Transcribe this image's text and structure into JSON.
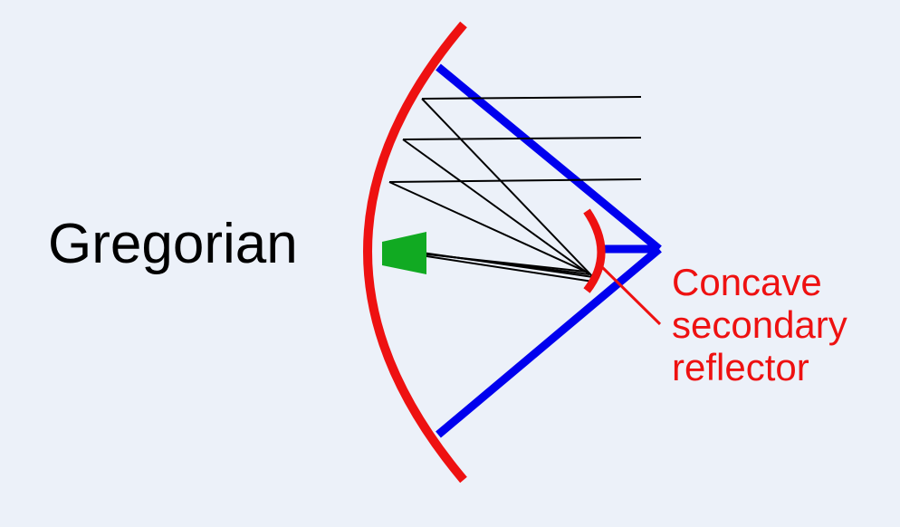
{
  "title": "Gregorian",
  "callout": {
    "lines": [
      "Concave",
      "secondary",
      "reflector"
    ]
  },
  "colors": {
    "background": "#ecf1f9",
    "reflector": "#ee1111",
    "support_struts": "#0000ee",
    "feed_horn": "#11aa22",
    "rays": "#000000",
    "callout_text": "#ee1111"
  }
}
